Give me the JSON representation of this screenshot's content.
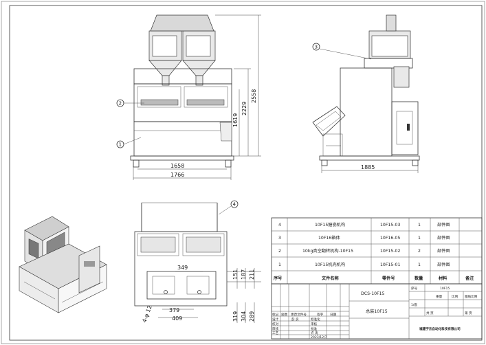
{
  "dimensions": {
    "front_width_inner": "1658",
    "front_width_outer": "1766",
    "height_total": "2558",
    "height_mid": "2229",
    "height_lower": "1619",
    "side_width": "1885",
    "plan_349": "349",
    "plan_379": "379",
    "plan_409": "409",
    "plan_151": "151",
    "plan_187": "187",
    "plan_211": "211",
    "plan_319": "319",
    "plan_304": "304",
    "plan_289": "289",
    "hole_note": "4-φ 12"
  },
  "callouts": [
    "1",
    "2",
    "3",
    "4"
  ],
  "bom": {
    "rows": [
      {
        "no": "4",
        "name": "10F15搪瓷机构",
        "code": "10F15-03",
        "qty": "1",
        "material": "部件图",
        "note": ""
      },
      {
        "no": "3",
        "name": "10F16箱体",
        "code": "10F16-05",
        "qty": "1",
        "material": "部件图",
        "note": ""
      },
      {
        "no": "2",
        "name": "10kg真空翻转机构-10F15",
        "code": "10F15-02",
        "qty": "2",
        "material": "部件图",
        "note": ""
      },
      {
        "no": "1",
        "name": "10F15机壳机构",
        "code": "10F15-01",
        "qty": "1",
        "material": "部件图",
        "note": ""
      }
    ],
    "headers": {
      "no": "序号",
      "name": "文件名称",
      "code": "零件号",
      "qty": "数量",
      "material": "材料",
      "note": "备注"
    }
  },
  "title_block": {
    "drawing_no": "DCS-10F15",
    "title": "总装10F15",
    "seq_label": "序号",
    "seq_value": "10F15",
    "weight_label": "重量",
    "scale_label": "比例",
    "drawing_scale_label": "图纸比例",
    "sheet": "1/套",
    "sheet_total_label": "共 页",
    "sheet_index_label": "第 页",
    "company": "福建宇杰自动化科技有限公司",
    "labels_row1": [
      "标记",
      "处数",
      "更改文件号",
      "签字",
      "日期"
    ],
    "design_label": "设计",
    "design_name": "彭 良",
    "std_label": "标准化",
    "check_label": "校对",
    "review_label": "审核",
    "process_label": "工艺",
    "approve_label": "批准",
    "craft_label": "审核",
    "approve_name": "许 涛",
    "date": "2023/12/7"
  }
}
